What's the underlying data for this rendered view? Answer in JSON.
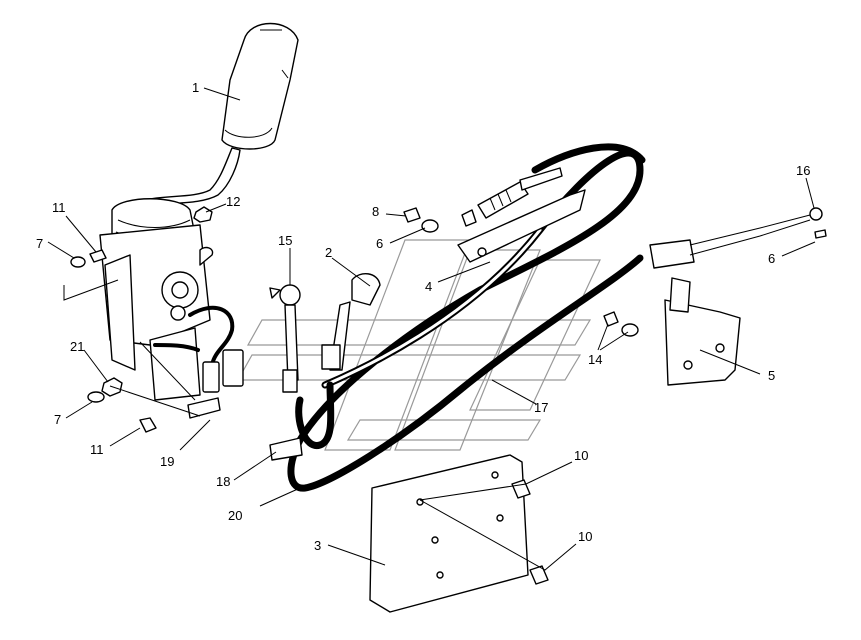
{
  "callouts": [
    {
      "id": "c1",
      "text": "1"
    },
    {
      "id": "c2",
      "text": "2"
    },
    {
      "id": "c3",
      "text": "3"
    },
    {
      "id": "c4",
      "text": "4"
    },
    {
      "id": "c5",
      "text": "5"
    },
    {
      "id": "c6a",
      "text": "6"
    },
    {
      "id": "c6b",
      "text": "6"
    },
    {
      "id": "c7a",
      "text": "7"
    },
    {
      "id": "c7b",
      "text": "7"
    },
    {
      "id": "c8",
      "text": "8"
    },
    {
      "id": "c10a",
      "text": "10"
    },
    {
      "id": "c10b",
      "text": "10"
    },
    {
      "id": "c11a",
      "text": "11"
    },
    {
      "id": "c11b",
      "text": "11"
    },
    {
      "id": "c12",
      "text": "12"
    },
    {
      "id": "c14",
      "text": "14"
    },
    {
      "id": "c15",
      "text": "15"
    },
    {
      "id": "c16",
      "text": "16"
    },
    {
      "id": "c17",
      "text": "17"
    },
    {
      "id": "c18",
      "text": "18"
    },
    {
      "id": "c19",
      "text": "19"
    },
    {
      "id": "c20",
      "text": "20"
    },
    {
      "id": "c21",
      "text": "21"
    }
  ]
}
